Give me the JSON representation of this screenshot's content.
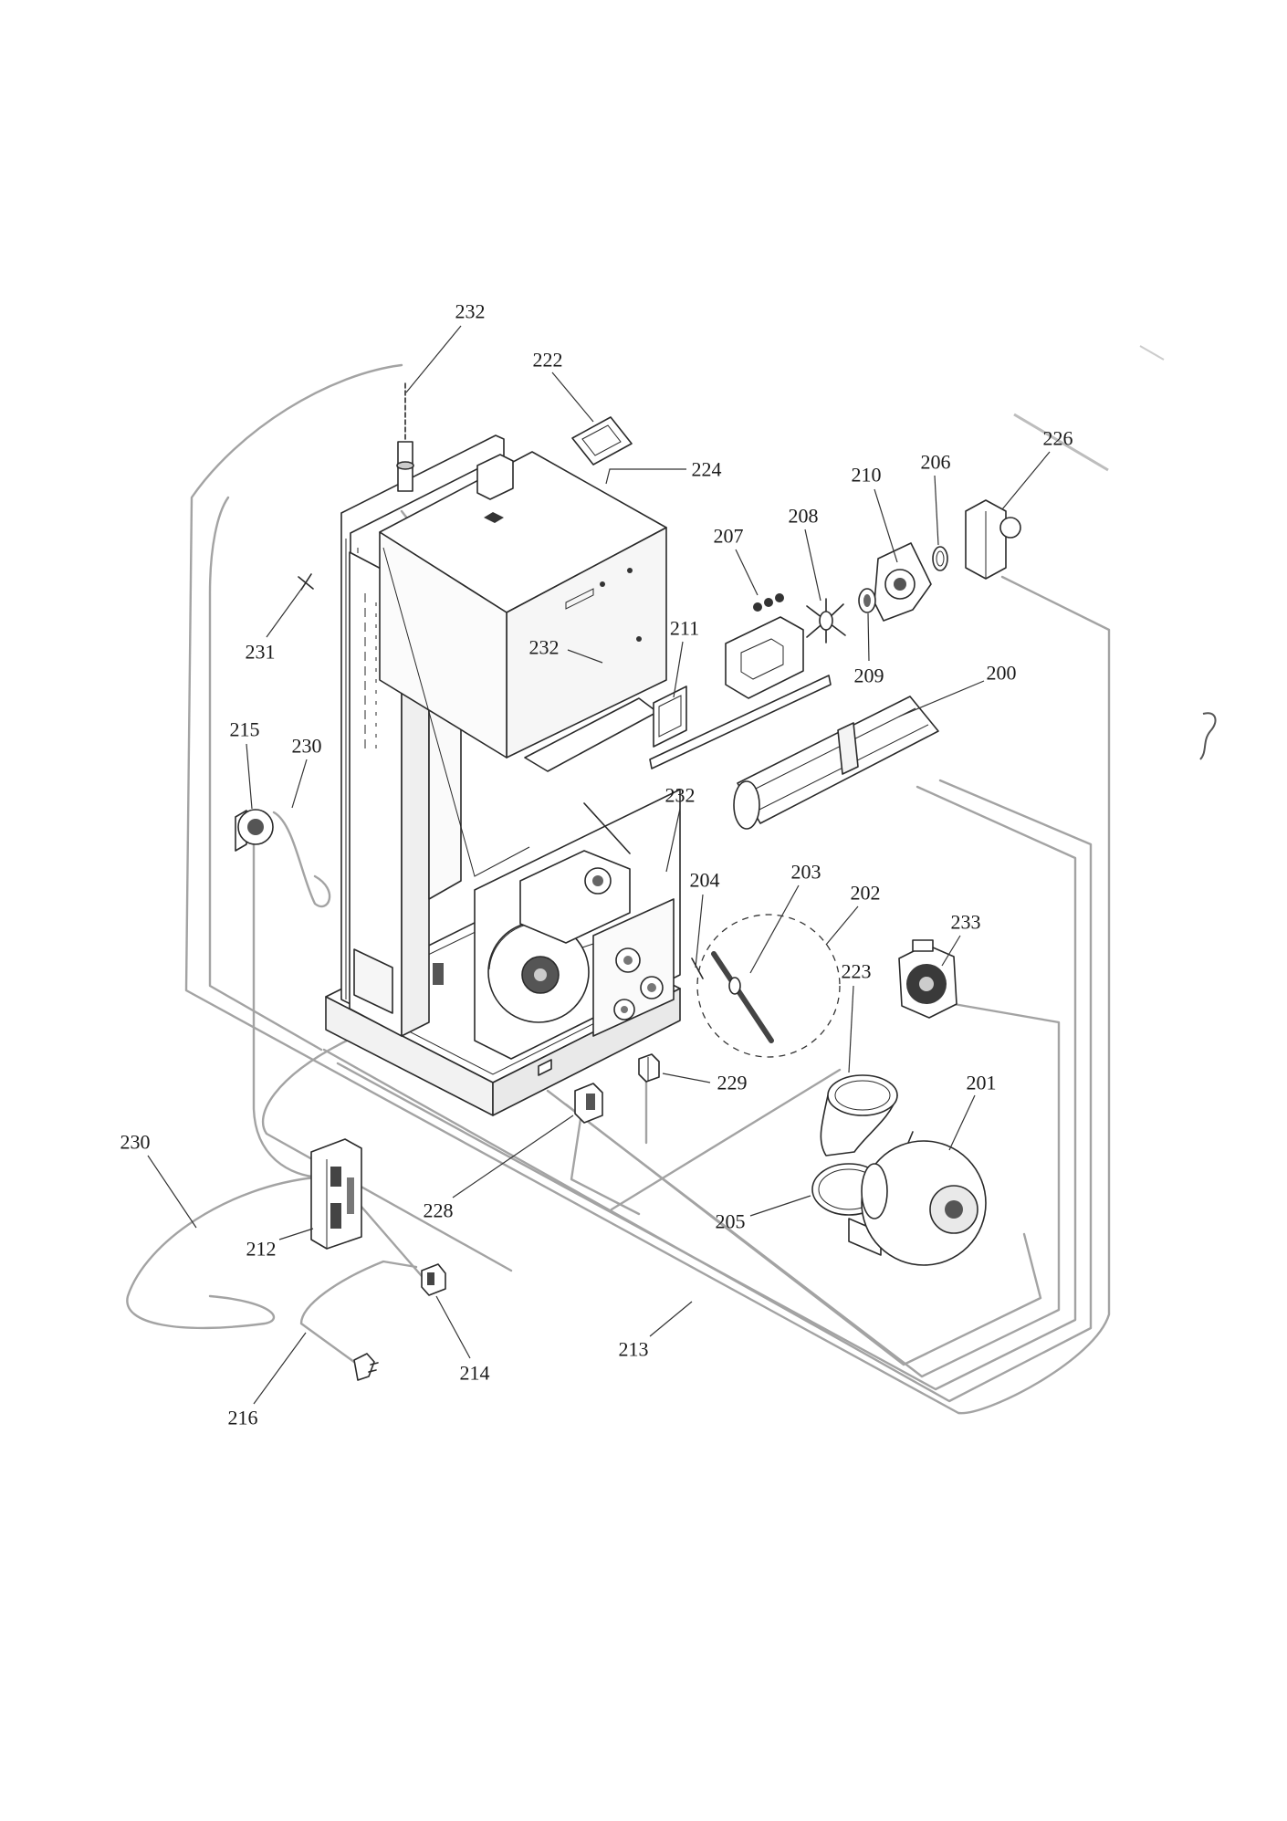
{
  "diagram": {
    "callouts": [
      "232",
      "222",
      "224",
      "226",
      "210",
      "206",
      "208",
      "207",
      "231",
      "232",
      "211",
      "209",
      "200",
      "215",
      "230",
      "232",
      "204",
      "203",
      "202",
      "233",
      "223",
      "201",
      "229",
      "230",
      "212",
      "228",
      "205",
      "214",
      "213",
      "216"
    ]
  }
}
